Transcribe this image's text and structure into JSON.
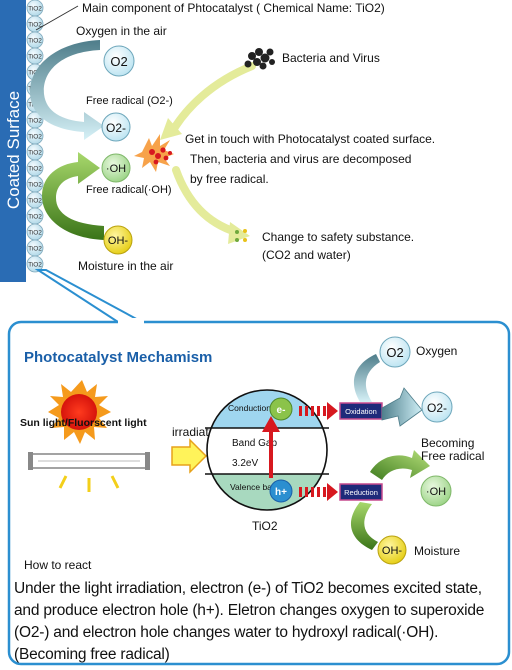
{
  "top": {
    "surface_label": "Coated Surface",
    "tio2_bead": "TiO2",
    "main_component": "Main component of Phtocatalyst ( Chemical Name: TiO2)",
    "oxygen_in_air": "Oxygen in the air",
    "o2": "O2",
    "o2minus": "O2-",
    "oh": "·OH",
    "ohminus": "OH-",
    "free_radical_o2": "Free radical (O2-)",
    "free_radical_oh": "Free radical(·OH)",
    "moisture_in_air": "Moisture in the air",
    "bacteria_virus": "Bacteria and Virus",
    "contact_line1": "Get in touch with Photocatalyst coated surface.",
    "contact_line2": "Then, bacteria and virus are decomposed",
    "contact_line3": "by free radical.",
    "safety_line1": "Change to safety substance.",
    "safety_line2": "(CO2 and water)"
  },
  "mechanism": {
    "title": "Photocatalyst Mechamism",
    "sun_label": "Sun light/Fluorscent light",
    "irradiation": "irradiation",
    "conduction_band": "Conduction band",
    "band_gap": "Band Gap",
    "band_gap_value": "3.2eV",
    "valence_band": "Valence band",
    "electron": "e-",
    "hole": "h+",
    "tio2": "TiO2",
    "oxidation": "Oxidation",
    "reduction": "Reduction",
    "oxygen": "Oxygen",
    "o2": "O2",
    "o2minus": "O2-",
    "becoming_line1": "Becoming",
    "becoming_line2": "Free radical",
    "oh": "·OH",
    "ohminus": "OH-",
    "moisture": "Moisture",
    "how_to_react": "How to react",
    "description": "Under the light irradiation, electron (e-) of TiO2 becomes excited state, and produce electron hole (h+). Eletron changes oxygen to  superoxide (O2-) and electron hole changes water to hydroxyl radical(·OH). (Becoming free radical)"
  },
  "colors": {
    "surface_blue": "#2a6cb4",
    "panel_border": "#2b8fd0",
    "title_blue": "#1a5fa8",
    "arrow_teal": "#5a8a9a",
    "arrow_green": "#6fa83c",
    "arrow_yellow": "#e4eb9a",
    "band_blue": "#9fd6ef",
    "band_green": "#a8d9bf",
    "red": "#d7181f"
  }
}
